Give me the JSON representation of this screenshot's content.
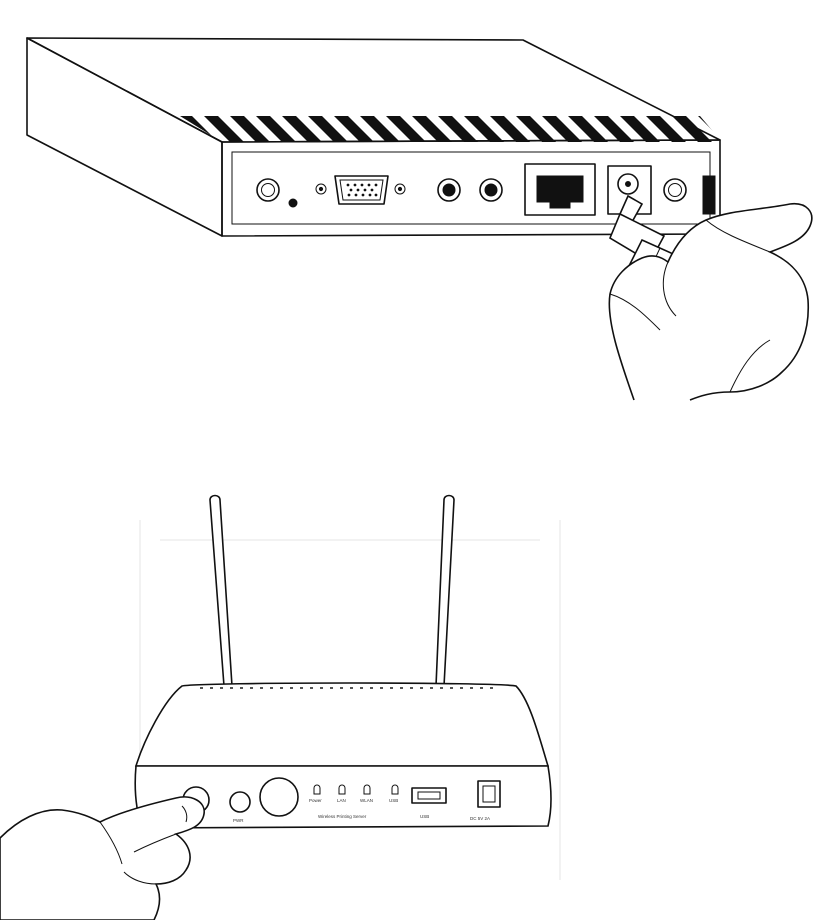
{
  "figures": [
    {
      "id": "device-with-power-plug",
      "subject": "set-top box rear panel, hand inserting power plug"
    },
    {
      "id": "router-power-button",
      "subject": "wireless router rear panel, finger pressing power button"
    }
  ],
  "router_labels": {
    "power_button": "PWR",
    "led_1": "Power",
    "led_2": "LAN",
    "led_3": "WLAN",
    "led_4": "USB",
    "model": "Wireless Printing Server",
    "usb_symbol": "USB",
    "dc_jack": "DC 5V 2A"
  },
  "colors": {
    "ink": "#111111",
    "paper": "#ffffff"
  }
}
